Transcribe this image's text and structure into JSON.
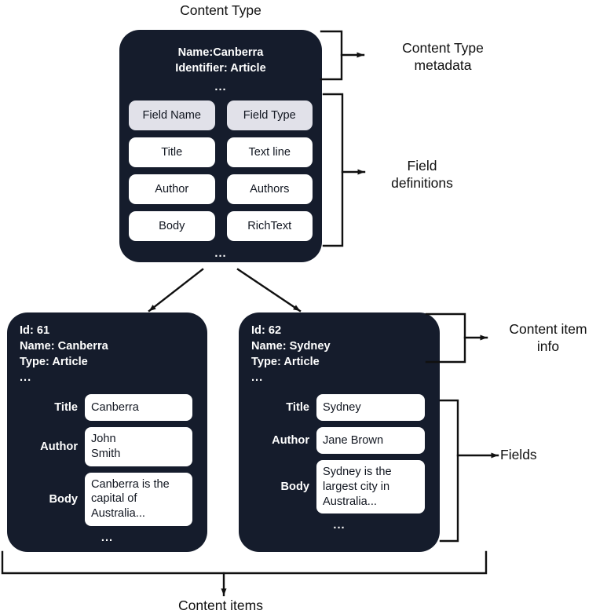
{
  "diagram": {
    "title_top": "Content Type",
    "title_bottom": "Content items",
    "ellipsis": "...",
    "colors": {
      "card_background": "#151c2c",
      "card_text": "#ffffff",
      "pill_background": "#ffffff",
      "pill_header_background": "#e1e1e9",
      "line": "#101010",
      "page_background": "#ffffff"
    }
  },
  "content_type": {
    "meta_lines": "Name:Canberra\nIdentifier: Article",
    "name_label": "Name:Canberra",
    "identifier_label": "Identifier: Article",
    "table": {
      "headers": [
        "Field Name",
        "Field Type"
      ],
      "rows": [
        [
          "Title",
          "Text line"
        ],
        [
          "Author",
          "Authors"
        ],
        [
          "Body",
          "RichText"
        ]
      ]
    }
  },
  "annotations": {
    "content_type_metadata": "Content Type\nmetadata",
    "field_definitions": "Field\ndefinitions",
    "content_item_info": "Content item\ninfo",
    "fields": "Fields"
  },
  "content_items": [
    {
      "id_label": "Id: 61",
      "name_label": "Name: Canberra",
      "type_label": "Type: Article",
      "fields": [
        {
          "label": "Title",
          "value": "Canberra"
        },
        {
          "label": "Author",
          "value": "John\nSmith"
        },
        {
          "label": "Body",
          "value": "Canberra is the capital of Australia..."
        }
      ]
    },
    {
      "id_label": "Id: 62",
      "name_label": "Name: Sydney",
      "type_label": "Type: Article",
      "fields": [
        {
          "label": "Title",
          "value": "Sydney"
        },
        {
          "label": "Author",
          "value": "Jane Brown"
        },
        {
          "label": "Body",
          "value": "Sydney is the largest city in Australia..."
        }
      ]
    }
  ]
}
